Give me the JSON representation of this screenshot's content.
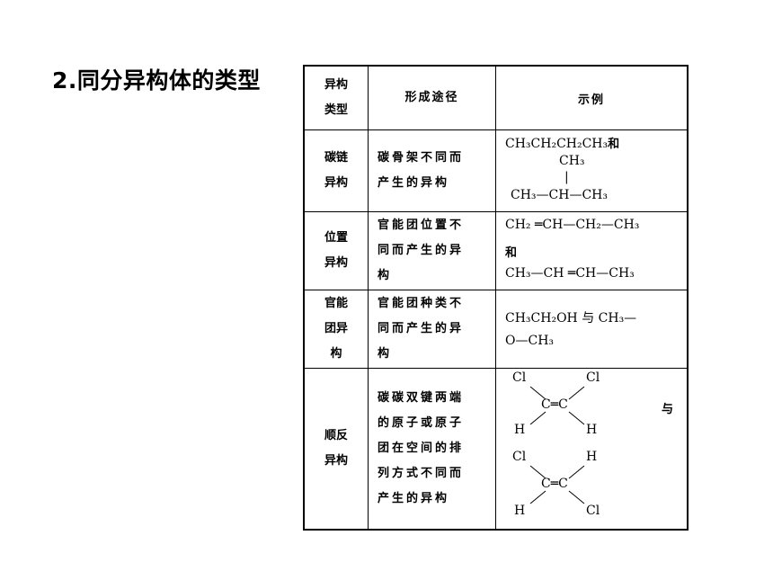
{
  "title": "2.同分异构体的类型",
  "table": {
    "headers": {
      "type": [
        "异构",
        "类型"
      ],
      "route": [
        "形成途径"
      ],
      "example": "示例"
    },
    "rows": [
      {
        "type": [
          "碳链",
          "异构"
        ],
        "route": [
          "碳骨架不同而",
          "产生的异构"
        ],
        "example": {
          "line1": "CH₃CH₂CH₂CH₃",
          "line1_suffix": "和",
          "branch": "CH₃",
          "bond": "|",
          "line2": "CH₃—CH—CH₃"
        }
      },
      {
        "type": [
          "位置",
          "异构"
        ],
        "route": [
          "官能团位置不",
          "同而产生的异",
          "构"
        ],
        "example": {
          "line1": "CH₂ ═CH—CH₂—CH₃",
          "conj": "和",
          "line2": "CH₃—CH ═CH—CH₃"
        }
      },
      {
        "type": [
          "官能",
          "团异",
          "构"
        ],
        "route": [
          "官能团种类不",
          "同而产生的异",
          "构"
        ],
        "example": {
          "line1": "CH₃CH₂OH 与 CH₃—",
          "line2": "O—CH₃"
        }
      },
      {
        "type": [
          "顺反",
          "异构"
        ],
        "route": [
          "碳碳双键两端",
          "的原子或原子",
          "团在空间的排",
          "列方式不同而",
          "产生的异构"
        ],
        "example": {
          "cis": {
            "tl": "Cl",
            "tr": "Cl",
            "center": "C═C",
            "bl": "H",
            "br": "H"
          },
          "conj": "与",
          "trans": {
            "tl": "Cl",
            "tr": "H",
            "center": "C═C",
            "bl": "H",
            "br": "Cl"
          }
        }
      }
    ]
  }
}
